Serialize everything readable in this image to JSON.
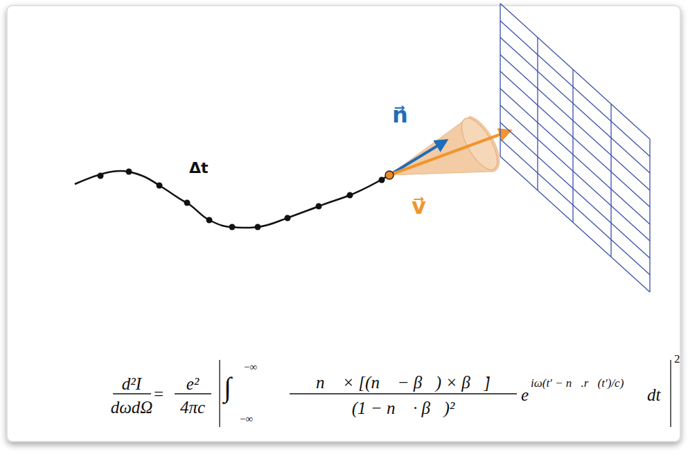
{
  "diagram": {
    "labels": [
      "Δt",
      "n⃗",
      "v⃗",
      "d²I",
      "dωdΩ",
      "=",
      "e²",
      "4πc",
      "∫",
      "−∞",
      "−∞",
      "n⃗ × [(n⃗ − β⃗) × β⃗̇]",
      "(1 − n⃗ · β⃗)²",
      "e",
      "iω(t′ − n⃗.r⃗(t′)/c)",
      "dt",
      "2"
    ]
  }
}
